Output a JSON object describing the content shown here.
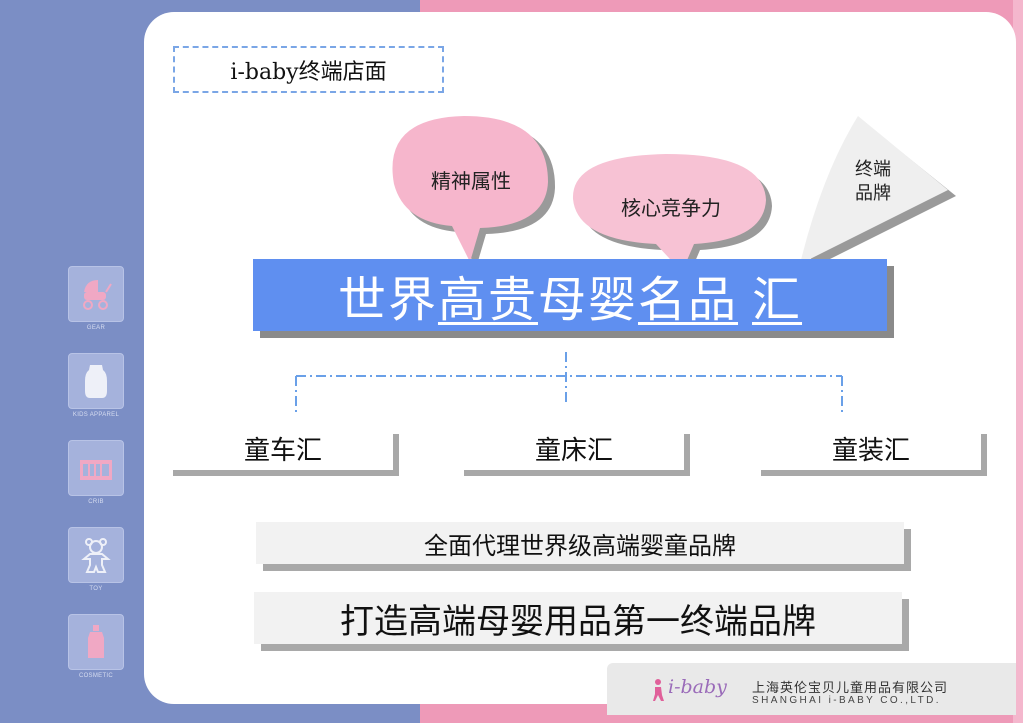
{
  "title": "i-baby终端店面",
  "bubbles": {
    "spirit": "精神属性",
    "core": "核心竞争力",
    "terminal_line1": "终端",
    "terminal_line2": "品牌"
  },
  "banner": {
    "part1": "世界",
    "part2": "高贵",
    "part3": "母婴",
    "part4": "名品",
    "part5": "汇"
  },
  "branches": [
    "童车汇",
    "童床汇",
    "童装汇"
  ],
  "slogans": [
    "全面代理世界级高端婴童品牌",
    "打造高端母婴用品第一终端品牌"
  ],
  "categories": [
    {
      "label": "GEAR",
      "icon": "stroller-icon"
    },
    {
      "label": "KIDS APPAREL",
      "icon": "onesie-icon"
    },
    {
      "label": "CRIB",
      "icon": "crib-icon"
    },
    {
      "label": "TOY",
      "icon": "teddy-bear-icon"
    },
    {
      "label": "COSMETIC",
      "icon": "bottle-icon"
    }
  ],
  "logo": {
    "brand": "i-baby",
    "company_cn": "上海英伦宝贝儿童用品有限公司",
    "company_en": "SHANGHAI i-BABY CO.,LTD."
  },
  "colors": {
    "banner": "#5f8ff0",
    "left_bg": "#7b8ec5",
    "right_bg": "#ee9ab8",
    "bubble_pink": "#f6b6cc"
  }
}
